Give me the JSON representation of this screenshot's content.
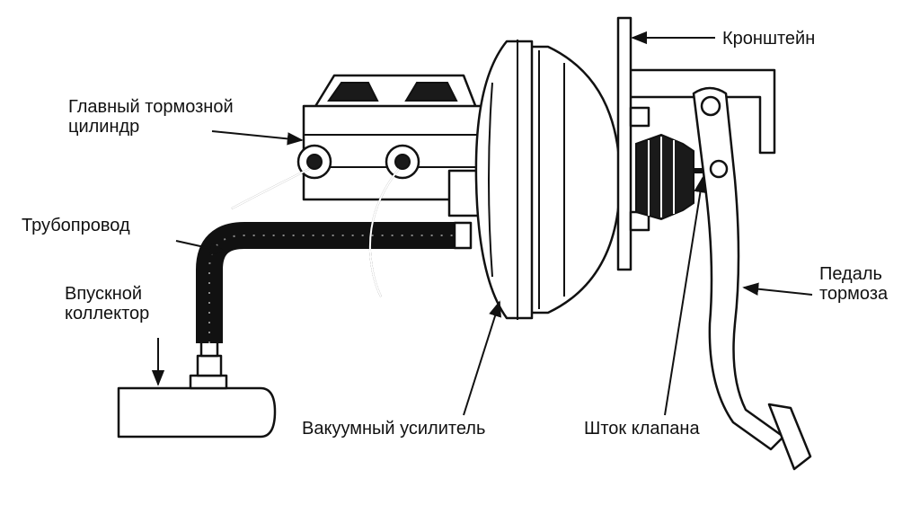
{
  "labels": {
    "master_cylinder_line1": "Главный тормозной",
    "master_cylinder_line2": "цилиндр",
    "pipeline": "Трубопровод",
    "intake_line1": "Впускной",
    "intake_line2": "коллектор",
    "bracket": "Кронштейн",
    "pedal_line1": "Педаль",
    "pedal_line2": "тормоза",
    "vacuum_booster": "Вакуумный усилитель",
    "valve_rod": "Шток клапана"
  },
  "colors": {
    "ink": "#111111",
    "background": "#ffffff"
  }
}
